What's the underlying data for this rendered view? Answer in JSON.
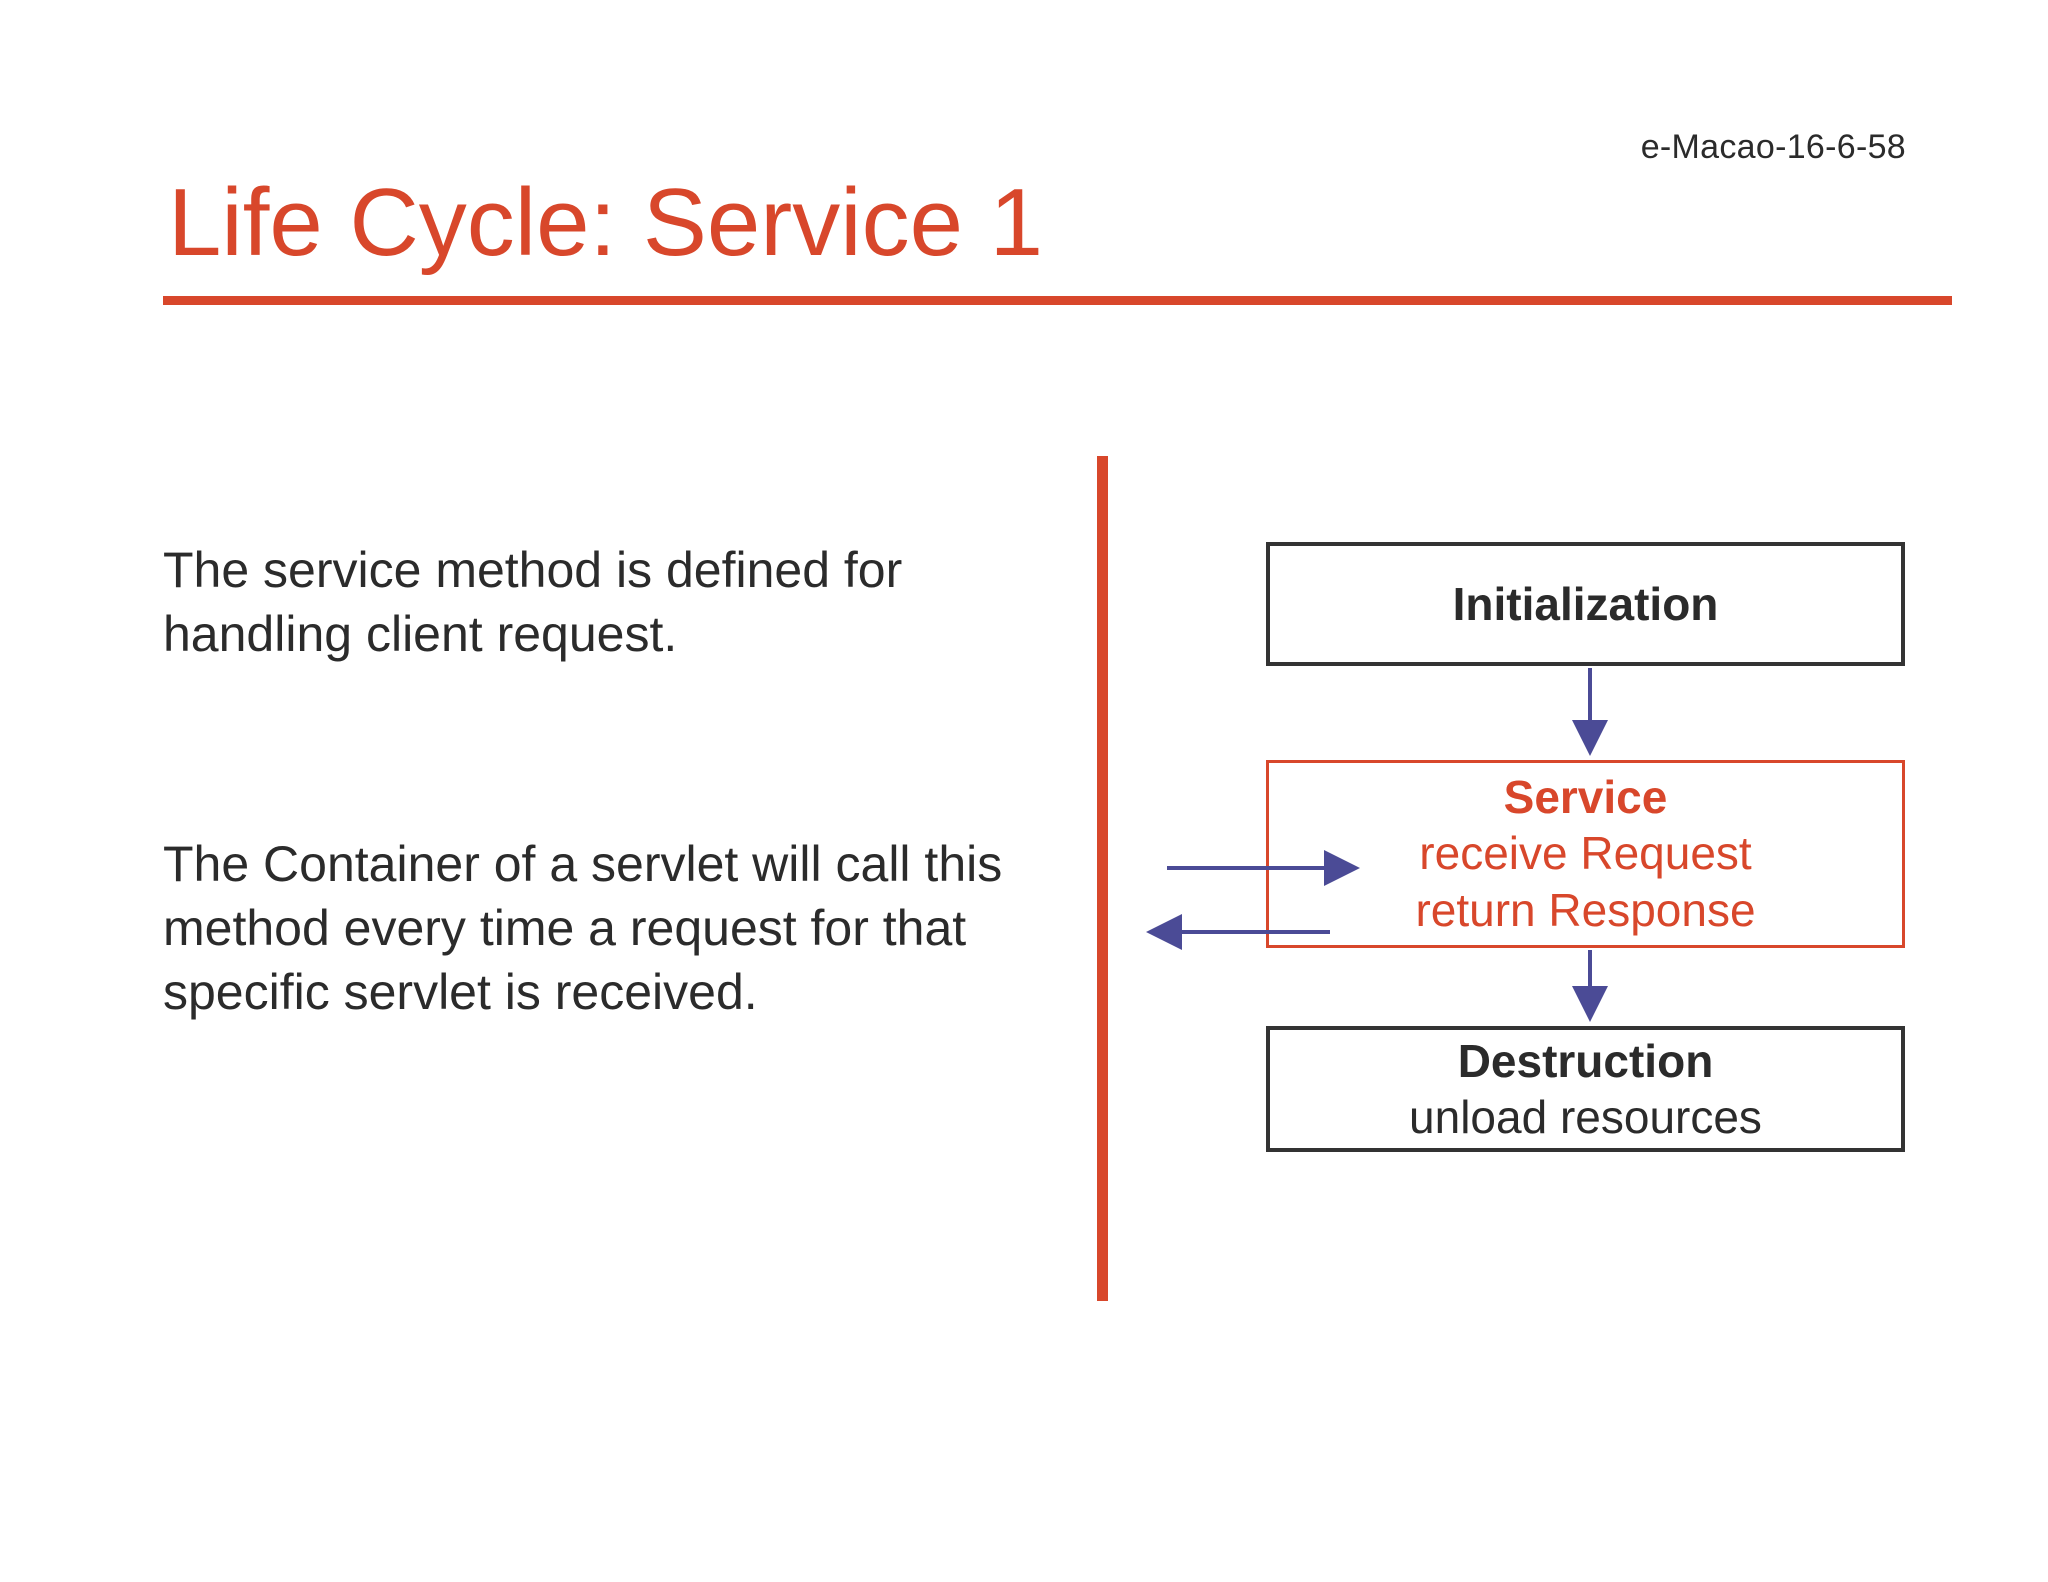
{
  "slide": {
    "code": "e-Macao-16-6-58",
    "title": "Life Cycle: Service 1",
    "accent_color": "#d8472b",
    "text_color": "#2b2b2b",
    "arrow_color": "#4b4b96",
    "box_border_color": "#333333",
    "background": "#ffffff"
  },
  "body": {
    "paragraph_1": "The service method is defined for handling client request.",
    "paragraph_2": "The Container of a servlet will call this method every time a request for that specific servlet is received."
  },
  "diagram": {
    "boxes": [
      {
        "id": "initialization",
        "title": "Initialization",
        "lines": [],
        "style": "dark"
      },
      {
        "id": "service",
        "title": "Service",
        "lines": [
          "receive Request",
          "return Response"
        ],
        "style": "accent"
      },
      {
        "id": "destruction",
        "title": "Destruction",
        "lines": [
          "unload resources"
        ],
        "style": "dark"
      }
    ],
    "flow_arrows": [
      {
        "id": "init-to-service",
        "direction": "down",
        "from": "initialization",
        "to": "service"
      },
      {
        "id": "service-to-destruction",
        "direction": "down",
        "from": "service",
        "to": "destruction"
      }
    ],
    "io_arrows": [
      {
        "id": "request-in",
        "direction": "right",
        "label_ref": "receive Request"
      },
      {
        "id": "response-out",
        "direction": "left",
        "label_ref": "return Response"
      }
    ]
  }
}
